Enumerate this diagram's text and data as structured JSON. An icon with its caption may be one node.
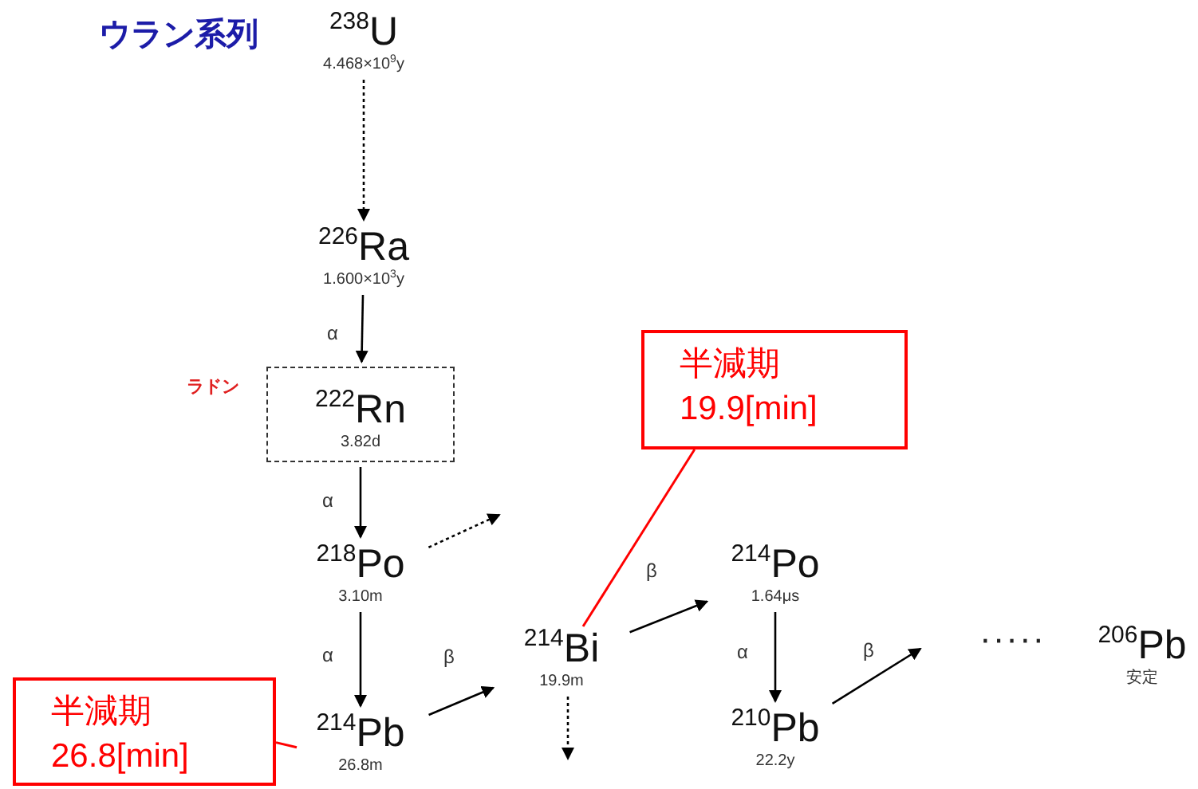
{
  "diagram": {
    "title": "ウラン系列",
    "nodes": [
      {
        "text": [
          "$^{238}$U"
        ],
        "beside": [
          "4.468×10$^{9}$y"
        ]
      },
      {
        "text": [
          "$^{226}$Ra"
        ],
        "beside": [
          "1.600×10$^{3}$y"
        ]
      },
      {
        "text": [
          "半減期",
          "19.9[min]"
        ]
      },
      {
        "text": [
          "$^{222}$Rn",
          "3.82d"
        ],
        "beside": [
          "ラドン"
        ]
      },
      {
        "text": [
          "$^{218}$Po"
        ],
        "beside": [
          "3.10m"
        ]
      },
      {
        "text": [
          "$^{214}$Po"
        ],
        "beside": [
          "1.64μs"
        ]
      },
      {
        "text": [
          "$^{214}$Bi"
        ],
        "beside": [
          "19.9m"
        ]
      },
      {
        "text": [
          "$^{206}$Pb"
        ],
        "beside": [
          "安定"
        ]
      },
      {
        "text": [
          "半減期",
          "26.8[min]"
        ]
      },
      {
        "text": [
          "$^{214}$Pb"
        ],
        "beside": [
          "26.8m"
        ]
      },
      {
        "text": [
          "$^{210}$Pb"
        ],
        "beside": [
          "22.2y"
        ]
      }
    ],
    "edges": [
      {
        "from": 0,
        "to": 1,
        "arrow": "to",
        "style": "dashed"
      },
      {
        "from": 1,
        "to": 3,
        "arrow": "to",
        "label": "α"
      },
      {
        "from": 3,
        "to": 4,
        "arrow": "to",
        "label": "α"
      },
      {
        "from": 4,
        "to": null,
        "arrow": "to",
        "style": "dashed"
      },
      {
        "from": 4,
        "to": 9,
        "arrow": "to",
        "label": "α"
      },
      {
        "from": 9,
        "to": 6,
        "arrow": "to",
        "label": "β"
      },
      {
        "from": 6,
        "to": null,
        "arrow": "to",
        "style": "dashed"
      },
      {
        "from": 6,
        "to": 5,
        "arrow": "to",
        "label": "β"
      },
      {
        "from": 5,
        "to": 10,
        "arrow": "to",
        "label": "α"
      },
      {
        "from": 10,
        "to": null,
        "arrow": "to",
        "label": "β"
      },
      {
        "from": 2,
        "to": 6,
        "arrow": "none",
        "color": "#ff0000"
      },
      {
        "from": 8,
        "to": 9,
        "arrow": "none",
        "color": "#ff0000"
      }
    ],
    "labels": [
      "·····"
    ]
  }
}
